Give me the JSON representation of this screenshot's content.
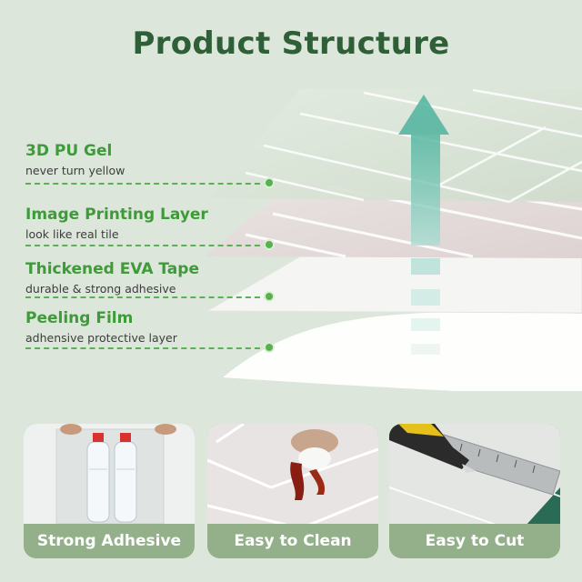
{
  "title": "Product Structure",
  "layers": [
    {
      "title": "3D PU Gel",
      "subtitle": "never turn yellow"
    },
    {
      "title": "Image Printing Layer",
      "subtitle": "look like real tile"
    },
    {
      "title": "Thickened EVA Tape",
      "subtitle": "durable & strong adhesive"
    },
    {
      "title": "Peeling Film",
      "subtitle": "adhensive protective layer"
    }
  ],
  "features": [
    {
      "label": "Strong Adhesive"
    },
    {
      "label": "Easy to Clean"
    },
    {
      "label": "Easy to Cut"
    }
  ],
  "colors": {
    "background": "#dce6da",
    "title": "#2f5f37",
    "label_green": "#3f9a3a",
    "arrow_teal": "#5cb8a4",
    "caption_bg": "#93b08b"
  }
}
